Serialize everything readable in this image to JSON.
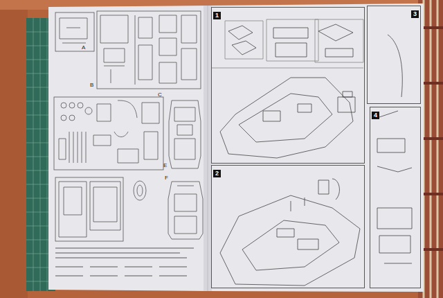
{
  "diagram": {
    "nodes": [
      {
        "text": [
          "1"
        ]
      },
      {
        "text": [
          "2"
        ]
      },
      {
        "text": [
          "3"
        ]
      },
      {
        "text": [
          "4"
        ]
      }
    ],
    "labels": [
      "A",
      "B",
      "C",
      "E",
      "F"
    ]
  }
}
